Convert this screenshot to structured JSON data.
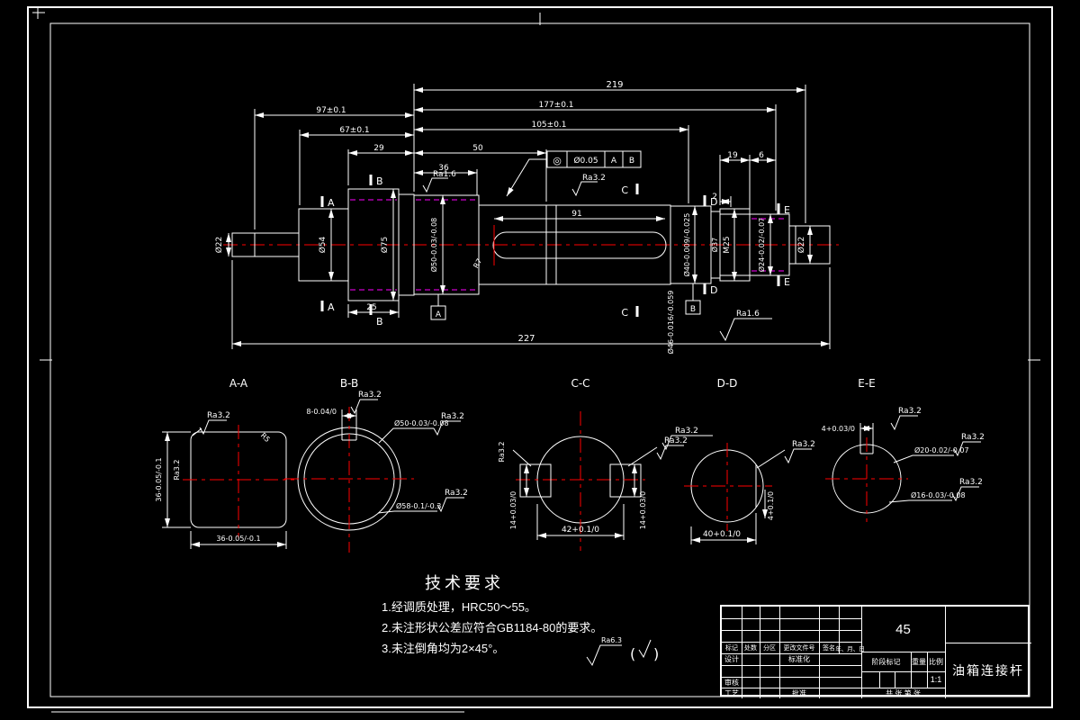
{
  "app": {
    "background": "#000000",
    "line_color": "#ffffff",
    "centerline_color": "#ff0000",
    "phantom_color": "#ff00ff"
  },
  "main_view": {
    "dims": {
      "total": "219",
      "len177": "177±0.1",
      "len105": "105±0.1",
      "len97": "97±0.1",
      "len67": "67±0.1",
      "len29": "29",
      "len50": "50",
      "len36": "36",
      "len19": "19",
      "len6": "6",
      "len2": "2",
      "key_len": "91",
      "len25": "25",
      "overall": "227",
      "fillet": "R7"
    },
    "diameters": {
      "left_end": "Ø22",
      "step2": "Ø54",
      "flange": "Ø75",
      "spline": "Ø50-0.03/-0.08",
      "mid": "Ø46-0.016/-0.059",
      "neck": "Ø40-0.009/-0.025",
      "groove": "Ø37",
      "thread": "M25",
      "seal": "Ø24-0.02/-0.07",
      "right_end": "Ø22"
    },
    "gdt": {
      "symbol": "◎",
      "tolerance": "Ø0.05",
      "datum1": "A",
      "datum2": "B"
    },
    "roughness": {
      "ra16_left": "Ra1.6",
      "ra32_mid": "Ra3.2",
      "ra16_right": "Ra1.6"
    },
    "cut_labels": {
      "a": "A",
      "b": "B",
      "c": "C",
      "d": "D",
      "e": "E"
    },
    "datum_targets": {
      "a": "A",
      "b": "B"
    }
  },
  "sections": {
    "aa": {
      "title": "A-A",
      "width": "36-0.05/-0.1",
      "height": "36-0.05/-0.1",
      "corner": "R5",
      "ra_top": "Ra3.2",
      "ra_side": "Ra3.2"
    },
    "bb": {
      "title": "B-B",
      "key_width": "8-0.04/0",
      "ra_top": "Ra3.2",
      "outer": "Ø50-0.03/-0.08",
      "ra_outer": "Ra3.2",
      "root": "Ø58-0.1/-0.3",
      "ra_root": "Ra3.2"
    },
    "cc": {
      "title": "C-C",
      "flat_left": "14+0.03/0",
      "flat_right": "14+0.03/0",
      "across": "42+0.1/0",
      "ra_left": "Ra3.2",
      "ra_right": "Ra3.2"
    },
    "dd": {
      "title": "D-D",
      "across": "40+0.1/0",
      "depth": "4+0.1/0",
      "ra_left": "Ra3.2",
      "ra_right": "Ra3.2"
    },
    "ee": {
      "title": "E-E",
      "key_width": "4+0.03/0",
      "ra_top": "Ra3.2",
      "outer": "Ø20-0.02/-0.07",
      "ra_outer": "Ra3.2",
      "inner": "Ø16-0.03/-0.08",
      "ra_inner": "Ra3.2"
    }
  },
  "tech_req": {
    "title": "技术要求",
    "items": [
      "1.经调质处理，HRC50～55。",
      "2.未注形状公差应符合GB1184-80的要求。",
      "3.未注倒角均为2×45°。"
    ],
    "other_roughness": "Ra6.3",
    "paren_open": "(",
    "paren_close": ")"
  },
  "title_block": {
    "material": "45",
    "part_name": "油箱连接杆",
    "headers": [
      "标记",
      "处数",
      "分区",
      "更改文件号",
      "签名",
      "年、月、日"
    ],
    "design": "设计",
    "standardization": "标准化",
    "review": "审核",
    "process": "工艺",
    "approve": "批准",
    "stage": "阶段标记",
    "weight": "重量",
    "scale_label": "比例",
    "scale": "1:1",
    "sheets": "共  张  第  张"
  }
}
